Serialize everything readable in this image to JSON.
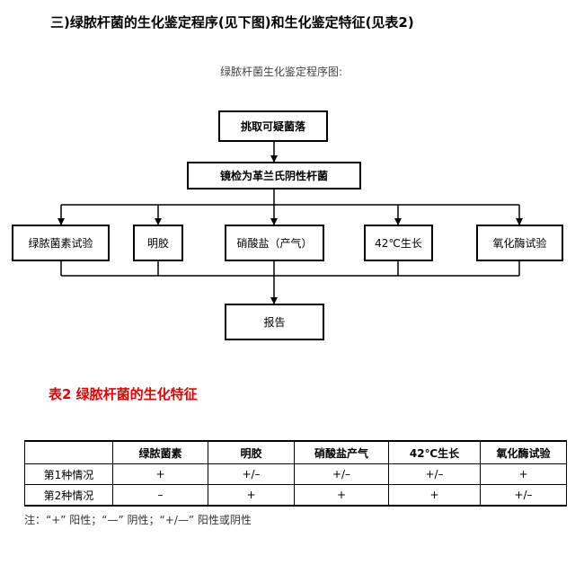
{
  "heading": "三)绿脓杆菌的生化鉴定程序(见下图)和生化鉴定特征(见表2)",
  "flowchart": {
    "caption": "绿脓杆菌生化鉴定程序图:",
    "step1": "挑取可疑菌落",
    "step2": "镜检为革兰氏阴性杆菌",
    "tests": [
      "绿脓菌素试验",
      "明胶",
      "硝酸盐（产气）",
      "42℃生长",
      "氧化酶试验"
    ],
    "final": "报告"
  },
  "table": {
    "title": "表2 绿脓杆菌的生化特征",
    "columns": [
      "",
      "绿脓菌素",
      "明胶",
      "硝酸盐产气",
      "42℃生长",
      "氧化酶试验"
    ],
    "rows": [
      [
        "第1种情况",
        "+",
        "+/–",
        "+/–",
        "+/–",
        "+"
      ],
      [
        "第2种情况",
        "–",
        "+",
        "+",
        "+",
        "+/–"
      ]
    ]
  },
  "note": "注：“+” 阳性；“—” 阴性；“+/—” 阳性或阴性"
}
